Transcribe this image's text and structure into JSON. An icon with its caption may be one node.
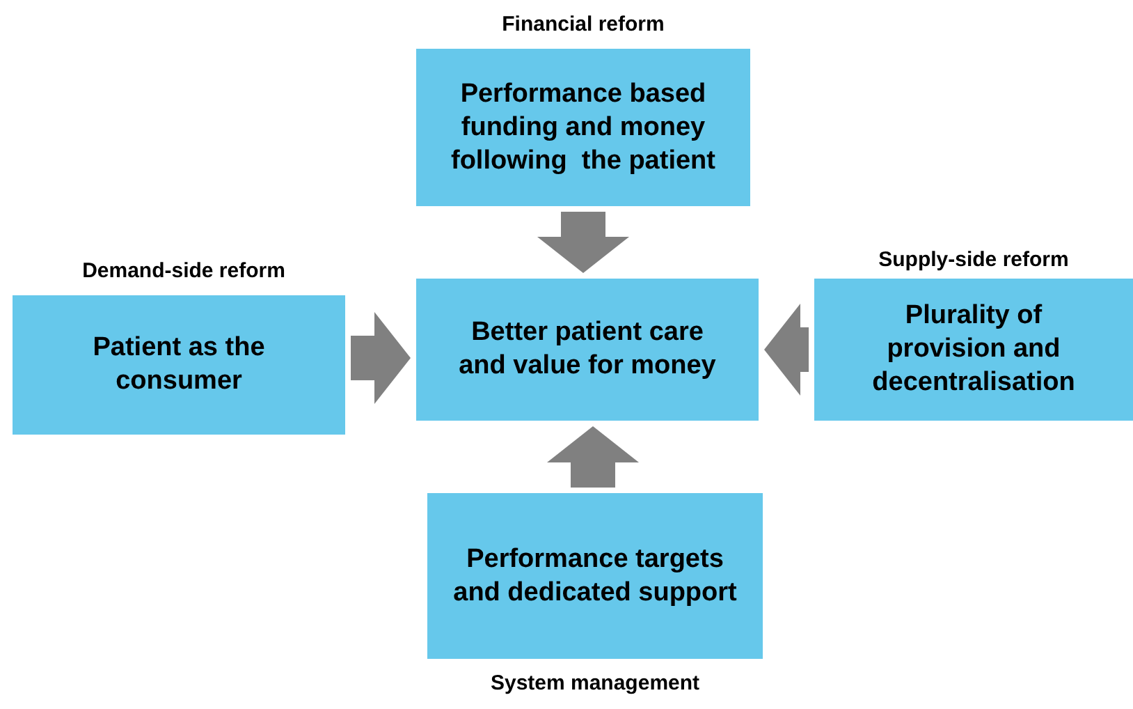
{
  "diagram": {
    "nodes": [
      {
        "text": [
          "Financial reform",
          "Performance based funding and money following  the patient"
        ]
      },
      {
        "text": [
          "Demand-side reform",
          "Patient as the consumer"
        ]
      },
      {
        "text": [
          "Better patient care and value for money"
        ]
      },
      {
        "text": [
          "Supply-side reform",
          "Plurality of provision and decentralisation"
        ]
      },
      {
        "text": [
          "Performance targets and dedicated support",
          "System management"
        ]
      }
    ],
    "edges": [
      {
        "from": 0,
        "to": 2,
        "arrow": "to"
      },
      {
        "from": 1,
        "to": 2,
        "arrow": "to"
      },
      {
        "from": 3,
        "to": 2,
        "arrow": "to"
      },
      {
        "from": 4,
        "to": 2,
        "arrow": "to"
      }
    ]
  }
}
